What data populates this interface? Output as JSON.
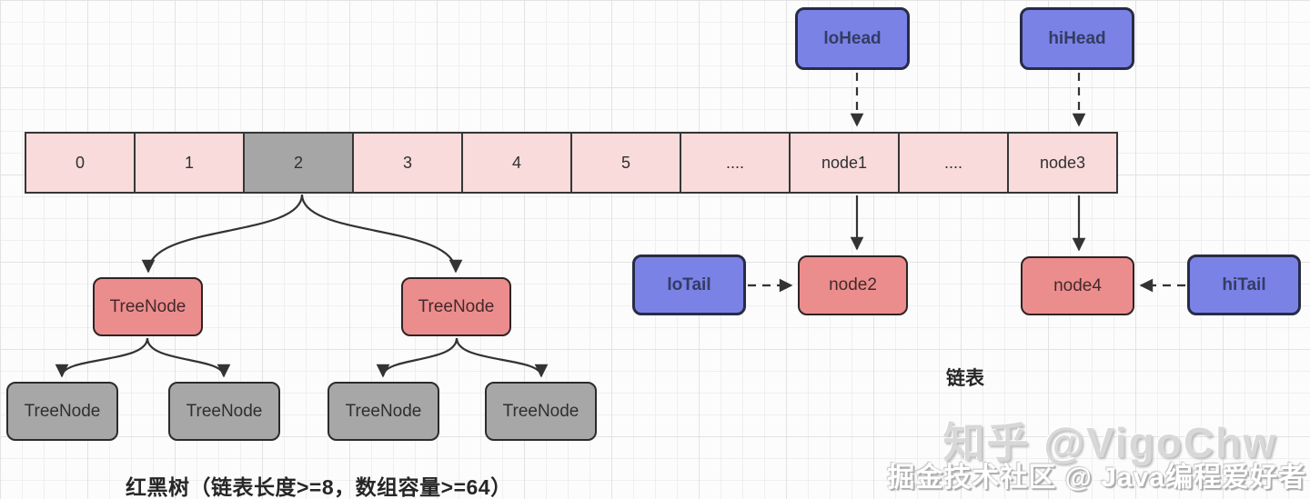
{
  "pointers": {
    "loHead": "loHead",
    "hiHead": "hiHead",
    "loTail": "loTail",
    "hiTail": "hiTail"
  },
  "array": {
    "cells": [
      {
        "label": "0",
        "highlight": false
      },
      {
        "label": "1",
        "highlight": false
      },
      {
        "label": "2",
        "highlight": true
      },
      {
        "label": "3",
        "highlight": false
      },
      {
        "label": "4",
        "highlight": false
      },
      {
        "label": "5",
        "highlight": false
      },
      {
        "label": "....",
        "highlight": false
      },
      {
        "label": "node1",
        "highlight": false
      },
      {
        "label": "....",
        "highlight": false
      },
      {
        "label": "node3",
        "highlight": false
      }
    ]
  },
  "linked_list": {
    "node2": "node2",
    "node4": "node4",
    "label": "链表"
  },
  "tree": {
    "upper": [
      "TreeNode",
      "TreeNode"
    ],
    "lower": [
      "TreeNode",
      "TreeNode",
      "TreeNode",
      "TreeNode"
    ],
    "caption": "红黑树（链表长度>=8，数组容量>=64）"
  },
  "watermarks": {
    "zhihu": "知乎 @VigoChw",
    "juejin": "掘金技术社区 @ Java编程爱好者"
  },
  "colors": {
    "pointer_fill": "#7b82e6",
    "node_fill": "#ec8d8d",
    "bucket_fill": "#f9dbdb",
    "highlight_gray": "#a6a6a6",
    "stroke": "#333333"
  }
}
